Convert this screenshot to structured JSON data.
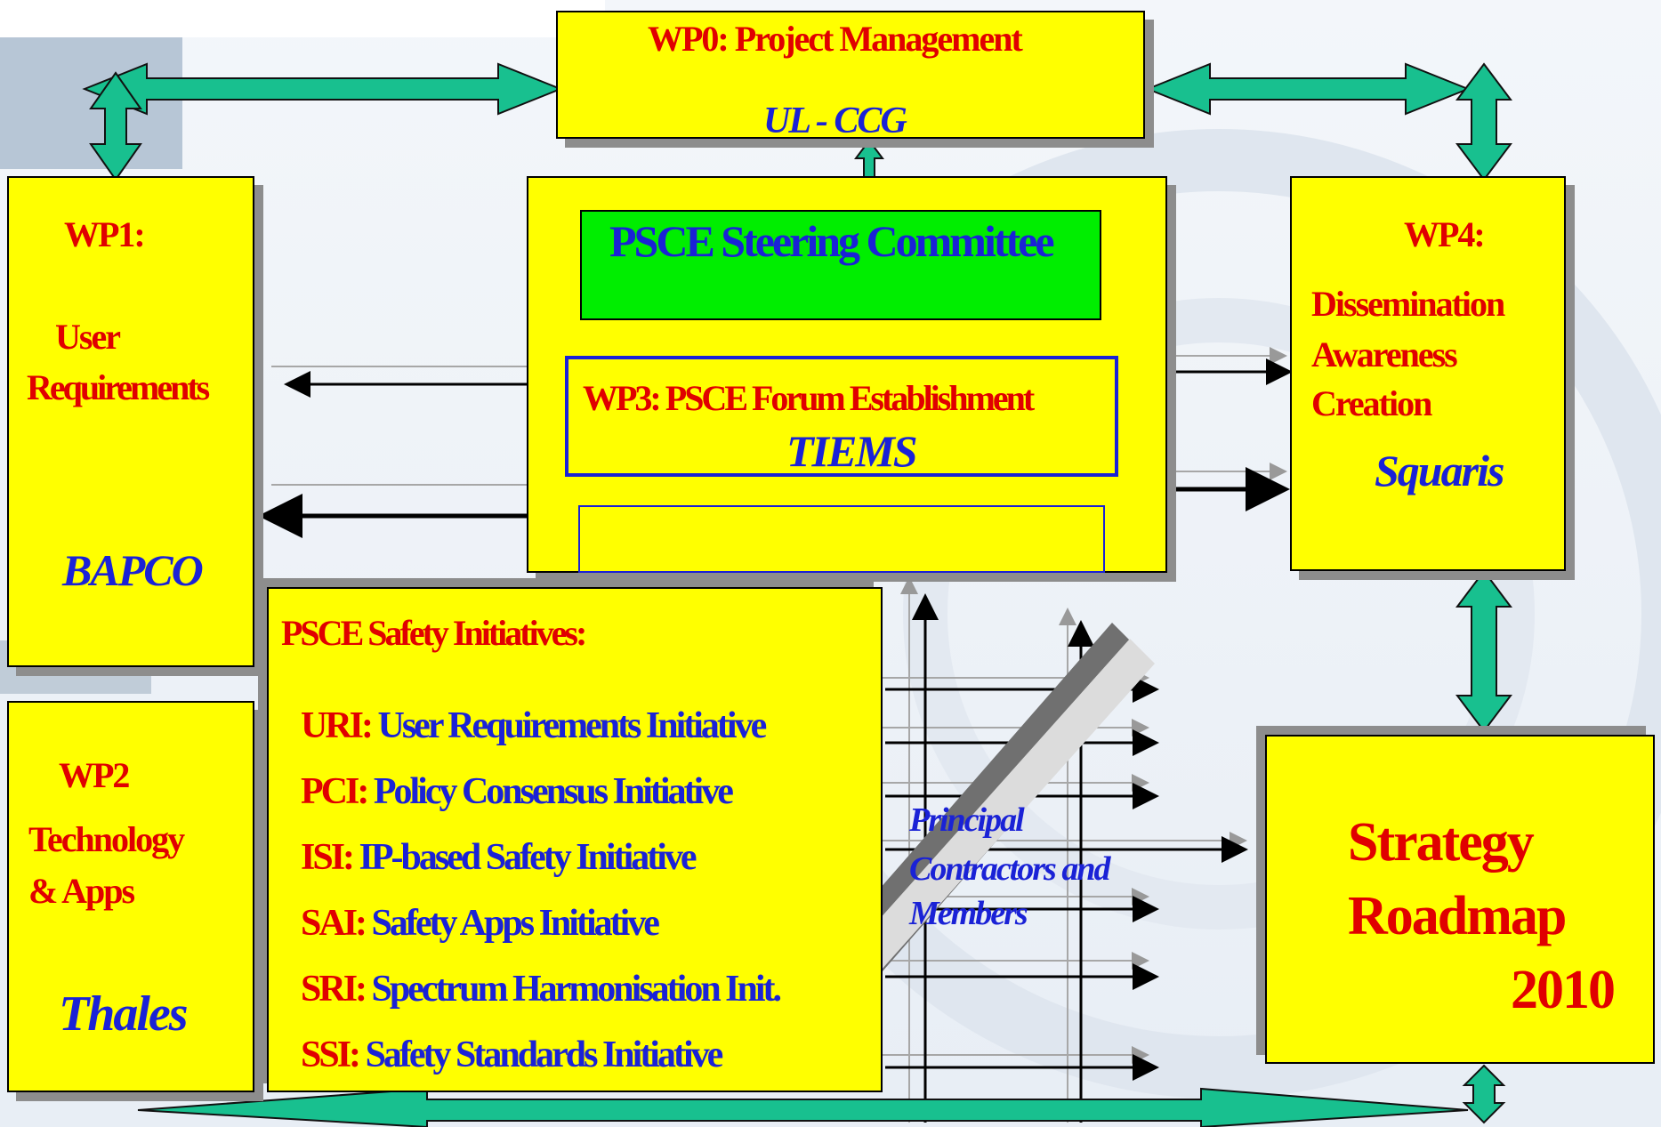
{
  "wp0": {
    "title": "WP0: Project Management",
    "lead": "UL - CCG"
  },
  "wp1": {
    "title": "WP1:",
    "name_line1": "User",
    "name_line2": "Requirements",
    "lead": "BAPCO"
  },
  "wp2": {
    "title": "WP2",
    "name_line1": "Technology",
    "name_line2": "& Apps",
    "lead": "Thales"
  },
  "steering": {
    "title": "PSCE Steering Committee"
  },
  "wp3": {
    "title": "WP3: PSCE Forum Establishment",
    "lead": "TIEMS"
  },
  "wp4": {
    "title": "WP4:",
    "line1": "Dissemination",
    "line2": "Awareness",
    "line3": "Creation",
    "lead": "Squaris"
  },
  "initiatives": {
    "heading": "PSCE Safety Initiatives:",
    "items": [
      {
        "code": "URI:",
        "label": "User Requirements Initiative"
      },
      {
        "code": "PCI:",
        "label": "Policy Consensus Initiative"
      },
      {
        "code": "ISI:",
        "label": "IP-based Safety Initiative"
      },
      {
        "code": "SAI:",
        "label": "Safety Apps Initiative"
      },
      {
        "code": "SRI:",
        "label": "Spectrum Harmonisation Init."
      },
      {
        "code": "SSI:",
        "label": "Safety Standards Initiative"
      }
    ]
  },
  "members": {
    "line1": "Principal",
    "line2": "Contractors and",
    "line3": "Members"
  },
  "roadmap": {
    "line1": "Strategy",
    "line2": "Roadmap",
    "year": "2010"
  },
  "colors": {
    "box_fill": "#ffff00",
    "committee_fill": "#00ee00",
    "arrow_fill": "#18c08f",
    "wp_title": "#e00000",
    "lead_text": "#1a22d6"
  }
}
